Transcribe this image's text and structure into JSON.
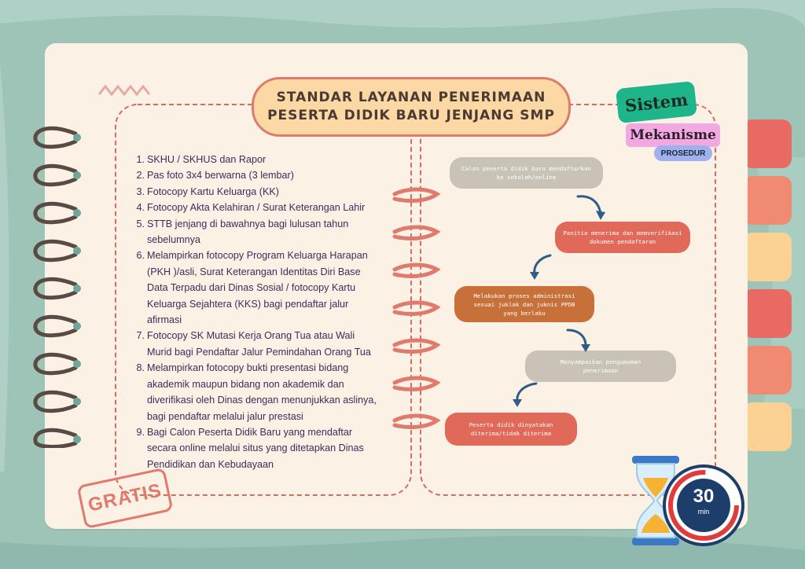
{
  "title": {
    "line1": "STANDAR LAYANAN PENERIMAAN",
    "line2": "PESERTA DIDIK BARU JENJANG SMP"
  },
  "labels": {
    "sistem": "Sistem",
    "mekanisme": "Mekanisme",
    "prosedur": "PROSEDUR",
    "gratis": "GRATIS"
  },
  "requirements": [
    {
      "num": "1.",
      "lines": [
        "SKHU / SKHUS dan Rapor"
      ]
    },
    {
      "num": "2.",
      "lines": [
        "Pas foto 3x4 berwarna (3 lembar)"
      ]
    },
    {
      "num": "3.",
      "lines": [
        "Fotocopy Kartu Keluarga (KK)"
      ]
    },
    {
      "num": "4.",
      "lines": [
        "Fotocopy Akta Kelahiran  / Surat Keterangan Lahir"
      ]
    },
    {
      "num": "5.",
      "lines": [
        "STTB jenjang di bawahnya bagi lulusan tahun",
        "sebelumnya"
      ]
    },
    {
      "num": "6.",
      "lines": [
        "Melampirkan fotocopy Program Keluarga Harapan",
        "(PKH )/asli, Surat Keterangan Identitas Diri Base",
        "Data Terpadu dari Dinas Sosial / fotocopy Kartu",
        "Keluarga Sejahtera (KKS) bagi pendaftar jalur",
        "afirmasi"
      ]
    },
    {
      "num": "7.",
      "lines": [
        "Fotocopy SK Mutasi Kerja Orang Tua atau Wali",
        "Murid bagi Pendaftar Jalur Pemindahan Orang Tua"
      ]
    },
    {
      "num": "8.",
      "lines": [
        "Melampirkan fotocopy bukti presentasi bidang",
        "akademik maupun bidang non akademik dan",
        "diverifikasi oleh Dinas dengan menunjukkan aslinya,",
        "bagi pendaftar melalui jalur prestasi"
      ]
    },
    {
      "num": "9.",
      "lines": [
        "Bagi Calon Peserta Didik Baru yang mendaftar",
        "secara online melalui situs yang ditetapkan Dinas",
        "Pendidikan dan Kebudayaan"
      ]
    }
  ],
  "steps": [
    {
      "lines": [
        "Calon peserta didik baru mendaftarkan",
        "ke sekolah/online"
      ]
    },
    {
      "lines": [
        "Panitia menerima dan memverifikasi",
        "dokumen pendaftaran"
      ]
    },
    {
      "lines": [
        "Melakukan proses administrasi",
        "sesuai juklak dan juknis PPDB",
        "yang berlaku"
      ]
    },
    {
      "lines": [
        "Menyampaikan pengumuman",
        "penerimaan"
      ]
    },
    {
      "lines": [
        "Peserta didik dinyatakan",
        "diterima/tidak diterima"
      ]
    }
  ],
  "timer": {
    "value": "30",
    "unit": "min"
  },
  "colors": {
    "background": "#9ec4b8",
    "paper": "#fbf1e4",
    "accent_red": "#e07a6d",
    "step_grey": "#c9c2b6",
    "step_red": "#e0695a",
    "step_orange": "#c8703a",
    "sistem_green": "#1fb58a",
    "mekanisme_pink": "#f2a8e0",
    "prosedur_blue": "#9fb2ec",
    "arrow_blue": "#2f5d8a"
  }
}
